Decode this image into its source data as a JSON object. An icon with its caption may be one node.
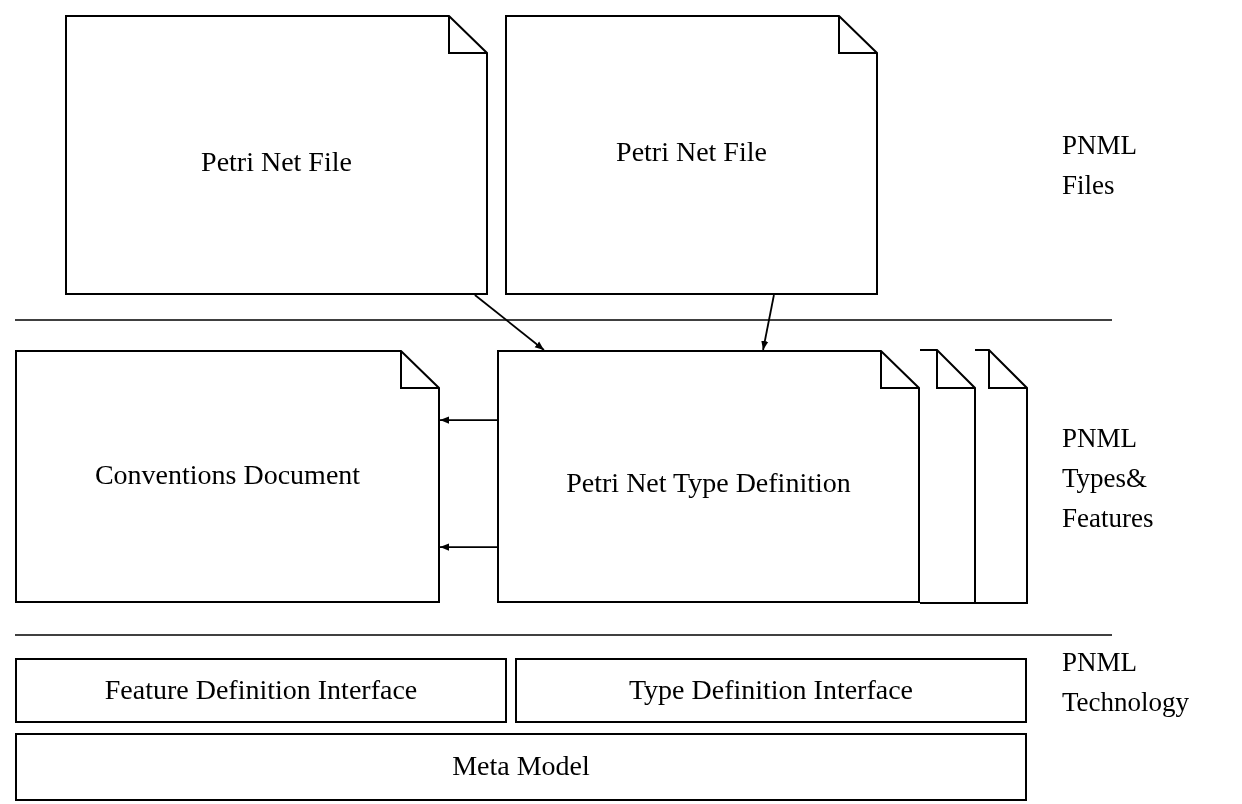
{
  "diagram": {
    "nodes": [
      {
        "text": [
          "Petri Net File"
        ]
      },
      {
        "text": [
          "Petri Net File"
        ]
      },
      {
        "text": [
          "Conventions Document"
        ]
      },
      {
        "text": [
          "Petri Net Type Definition"
        ]
      },
      {
        "text": [
          "Feature Definition Interface"
        ]
      },
      {
        "text": [
          "Type Definition Interface"
        ]
      },
      {
        "text": [
          "Meta Model"
        ]
      }
    ],
    "edges": [
      {
        "from": 0,
        "to": 3,
        "arrow": "to"
      },
      {
        "from": 1,
        "to": 3,
        "arrow": "to"
      },
      {
        "from": 3,
        "to": 2,
        "arrow": "to"
      },
      {
        "from": 3,
        "to": 2,
        "arrow": "to"
      }
    ],
    "labels": [
      "PNML Files",
      "PNML Types& Features",
      "PNML Technology"
    ]
  }
}
